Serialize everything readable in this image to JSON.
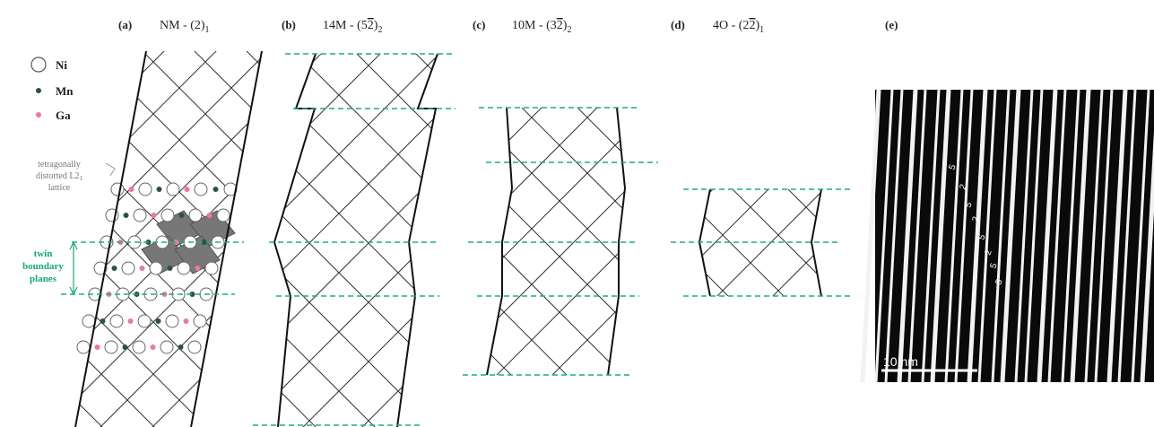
{
  "panels": {
    "a": {
      "letter": "(a)",
      "title": "NM - (2)",
      "sub": "1"
    },
    "b": {
      "letter": "(b)",
      "title": "14M - (5",
      "bar": "2",
      "close": ")",
      "sub": "2"
    },
    "c": {
      "letter": "(c)",
      "title": "10M - (3",
      "bar": "2",
      "close": ")",
      "sub": "2"
    },
    "d": {
      "letter": "(d)",
      "title": "4O - (2",
      "bar": "2",
      "close": ")",
      "sub": "1"
    },
    "e": {
      "letter": "(e)"
    }
  },
  "legend": [
    {
      "label": "Ni",
      "color": "#ffffff",
      "stroke": "#555555"
    },
    {
      "label": "Mn",
      "color": "#2f4f4f",
      "stroke": "#2f4f4f"
    },
    {
      "label": "Ga",
      "color": "#e87aa0",
      "stroke": "#e87aa0"
    }
  ],
  "lattice_note": [
    "tetragonally",
    "distorted L2",
    "lattice"
  ],
  "lattice_note_sub": "1",
  "twin_label": [
    "twin",
    "boundary",
    "planes"
  ],
  "tem": {
    "scale_bar": "10  nm",
    "annotations": [
      "5",
      "2",
      "5",
      "2",
      "5",
      "2",
      "5",
      "5"
    ]
  },
  "colors": {
    "twin_line": "#19b07a",
    "shade": "#777777"
  }
}
